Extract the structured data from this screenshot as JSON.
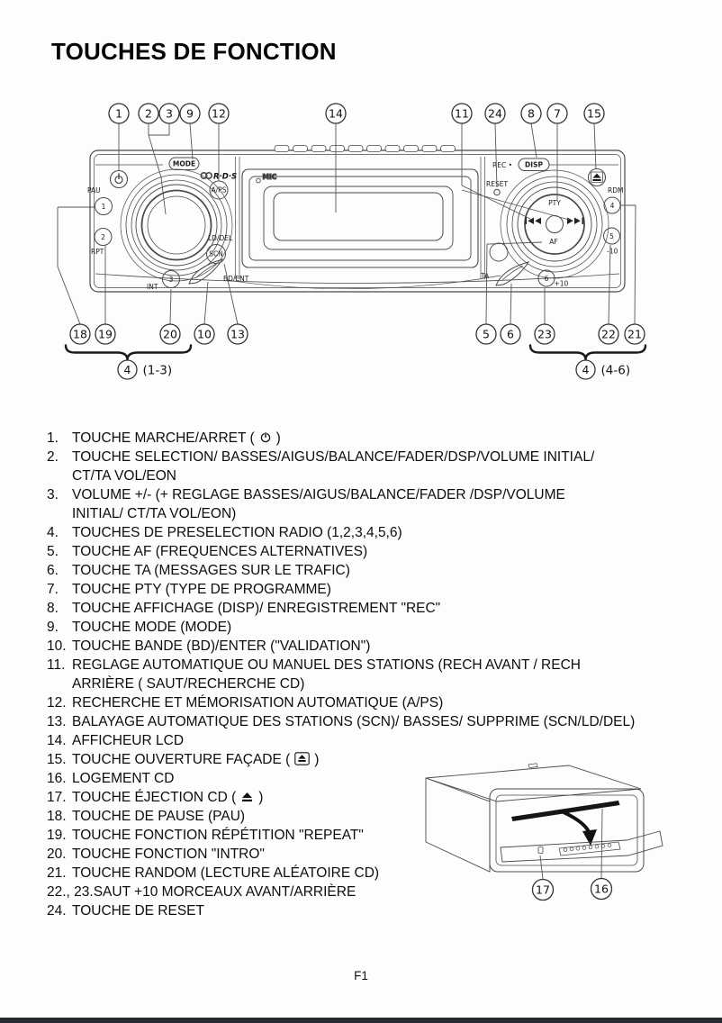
{
  "page": {
    "title": "TOUCHES DE FONCTION",
    "footer": "F1",
    "footer_bar_color": "#262a31"
  },
  "diagram": {
    "callouts": {
      "top": [
        "1",
        "2",
        "3",
        "9",
        "12",
        "14",
        "11",
        "24",
        "8",
        "7",
        "15"
      ],
      "bottom": [
        "18",
        "19",
        "20",
        "10",
        "13",
        "5",
        "6",
        "23",
        "22",
        "21"
      ],
      "groups": [
        {
          "num": "4",
          "range": "(1-3)"
        },
        {
          "num": "4",
          "range": "(4-6)"
        }
      ],
      "unit": [
        "17",
        "16"
      ]
    },
    "labels": {
      "mode": "MODE",
      "rds": "R·D·S",
      "aps": "A/PS",
      "pau": "PAU",
      "rpt": "RPT",
      "int": "INT",
      "ld_del": "LD/DEL",
      "scn": "SCN",
      "bd_ent": "BD/ENT",
      "mic": "MIC",
      "rec": "REC •",
      "disp": "DISP",
      "reset": "RESET",
      "pty": "PTY",
      "af": "AF",
      "ta": "TA",
      "rdm": "RDM",
      "minus10": "-10",
      "plus10": "+10"
    },
    "presets": [
      "1",
      "2",
      "3",
      "4",
      "5",
      "6"
    ]
  },
  "list": {
    "items": [
      {
        "num": "1.",
        "before": "TOUCHE MARCHE/ARRET (",
        "icon": "power-icon",
        "after": ")"
      },
      {
        "num": "2.",
        "text": "TOUCHE SELECTION/ BASSES/AIGUS/BALANCE/FADER/DSP/VOLUME INITIAL/\nCT/TA VOL/EON"
      },
      {
        "num": "3.",
        "text": "VOLUME +/- (+ REGLAGE BASSES/AIGUS/BALANCE/FADER /DSP/VOLUME\nINITIAL/ CT/TA VOL/EON)"
      },
      {
        "num": "4.",
        "text": "TOUCHES DE PRESELECTION RADIO (1,2,3,4,5,6)"
      },
      {
        "num": "5.",
        "text": "TOUCHE AF (FREQUENCES ALTERNATIVES)"
      },
      {
        "num": "6.",
        "text": "TOUCHE TA (MESSAGES SUR LE TRAFIC)"
      },
      {
        "num": "7.",
        "text": "TOUCHE PTY (TYPE DE PROGRAMME)"
      },
      {
        "num": "8.",
        "text": "TOUCHE AFFICHAGE (DISP)/ ENREGISTREMENT \"REC\""
      },
      {
        "num": "9.",
        "text": "TOUCHE MODE (MODE)"
      },
      {
        "num": "10.",
        "text": "TOUCHE BANDE (BD)/ENTER (\"VALIDATION\")"
      },
      {
        "num": "11.",
        "text": "REGLAGE AUTOMATIQUE OU MANUEL DES STATIONS (RECH AVANT / RECH\nARRIÈRE ( SAUT/RECHERCHE CD)"
      },
      {
        "num": "12.",
        "text": "RECHERCHE ET MÉMORISATION AUTOMATIQUE (A/PS)"
      },
      {
        "num": "13.",
        "text": "BALAYAGE AUTOMATIQUE DES STATIONS (SCN)/ BASSES/ SUPPRIME (SCN/LD/DEL)"
      },
      {
        "num": "14.",
        "text": "AFFICHEUR LCD"
      },
      {
        "num": "15.",
        "before": "TOUCHE OUVERTURE FAÇADE (",
        "icon": "eject-box-icon",
        "after": ")"
      },
      {
        "num": "16.",
        "text": "LOGEMENT CD"
      },
      {
        "num": "17.",
        "before": "TOUCHE ÉJECTION CD (",
        "icon": "eject-icon",
        "after": ")"
      },
      {
        "num": "18.",
        "text": "TOUCHE DE PAUSE (PAU)"
      },
      {
        "num": "19.",
        "text": "TOUCHE FONCTION RÉPÉTITION \"REPEAT\""
      },
      {
        "num": "20.",
        "text": "TOUCHE FONCTION \"INTRO\""
      },
      {
        "num": "21.",
        "text": "TOUCHE RANDOM (LECTURE ALÉATOIRE CD)"
      },
      {
        "num": "22., 23.",
        "text": "SAUT +10 MORCEAUX AVANT/ARRIÈRE"
      },
      {
        "num": "24.",
        "text": "TOUCHE DE RESET"
      }
    ]
  }
}
